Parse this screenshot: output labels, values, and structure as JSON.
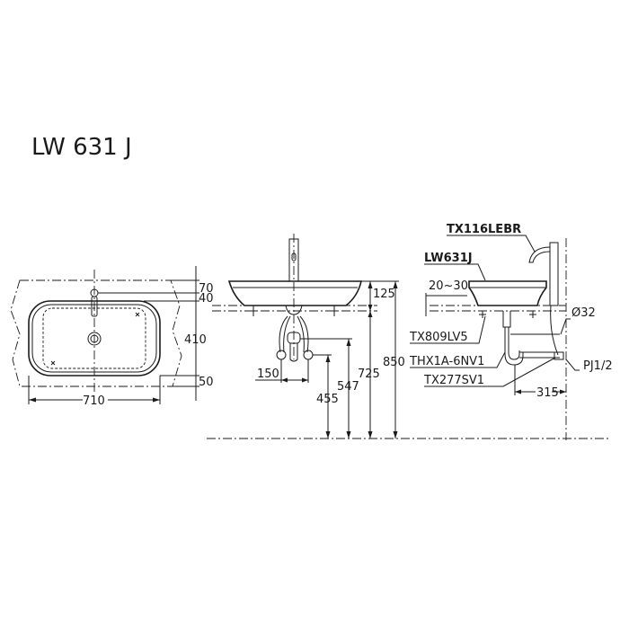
{
  "title": "LW 631 J",
  "top_view": {
    "dims": {
      "d70": "70",
      "d40": "40",
      "d410": "410",
      "d50": "50",
      "d710": "710"
    }
  },
  "front_view": {
    "dims": {
      "d125": "125",
      "d850": "850",
      "d725": "725",
      "d547": "547",
      "d455": "455",
      "d150": "150"
    }
  },
  "side_view": {
    "labels": {
      "faucet": "TX116LEBR",
      "basin": "LW631J",
      "gap": "20~30",
      "mount": "TX809LV5",
      "trap": "THX1A-6NV1",
      "valve": "TX277SV1",
      "dim315": "315",
      "pipe": "Ø32",
      "thread": "PJ1/2"
    }
  }
}
